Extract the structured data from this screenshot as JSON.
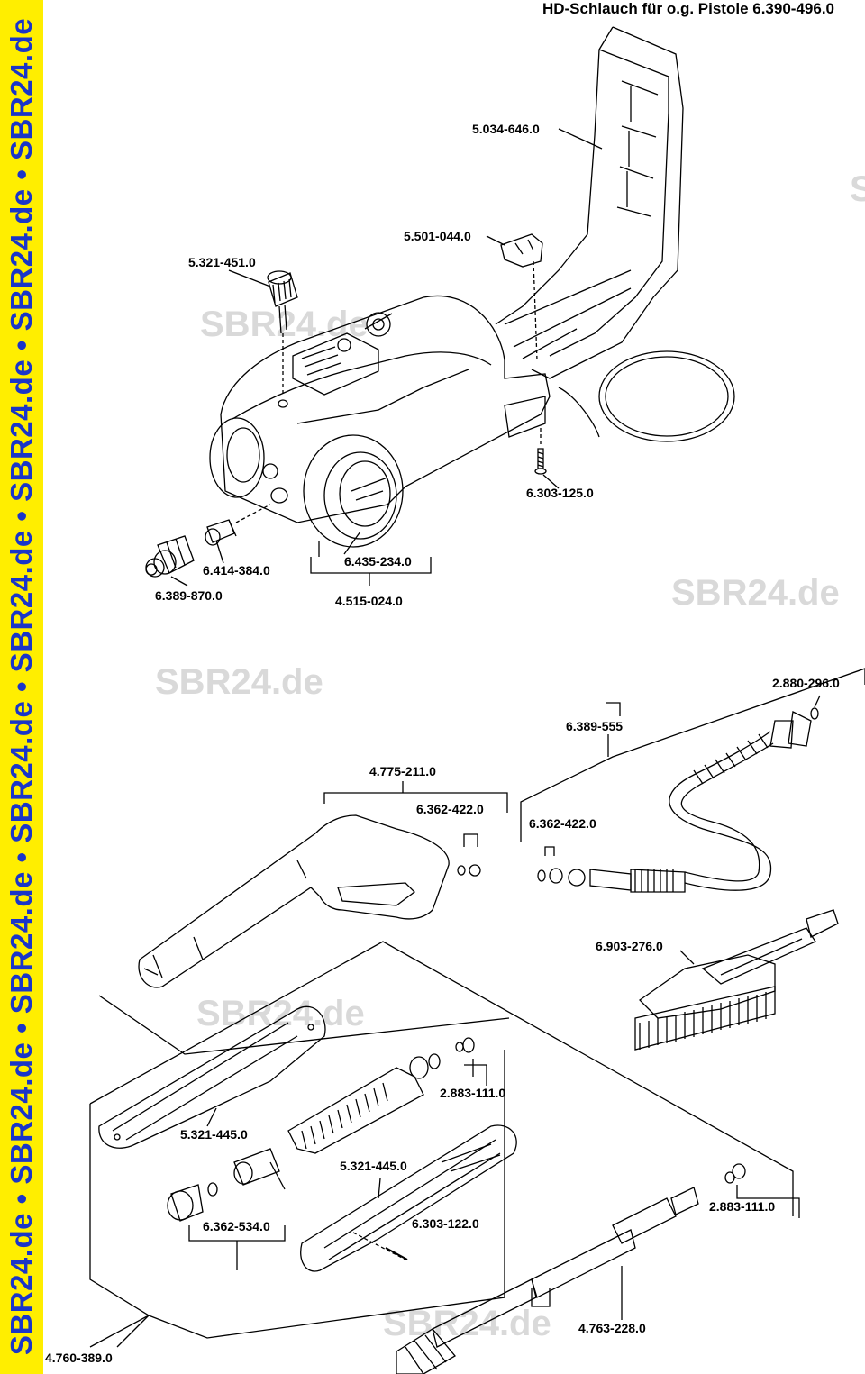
{
  "title": "HD-Schlauch für o.g. Pistole 6.390-496.0",
  "sidebar_text": "SBR24.de • SBR24.de • SBR24.de • SBR24.de • SBR24.de • SBR24.de • SBR24.de • SBR24.de",
  "watermark": "SBR24.de",
  "parts": {
    "p1": "5.034-646.0",
    "p2": "5.501-044.0",
    "p3": "5.321-451.0",
    "p4": "6.303-125.0",
    "p5": "6.414-384.0",
    "p6": "6.435-234.0",
    "p7": "6.389-870.0",
    "p8": "4.515-024.0",
    "p9": "2.880-296.0",
    "p10": "6.389-555",
    "p11": "4.775-211.0",
    "p12": "6.362-422.0",
    "p13": "6.362-422.0",
    "p14": "6.903-276.0",
    "p15": "2.883-111.0",
    "p16": "5.321-445.0",
    "p17": "5.321-445.0",
    "p18": "6.303-122.0",
    "p19": "2.883-111.0",
    "p20": "6.362-534.0",
    "p21": "4.763-228.0",
    "p22": "4.760-389.0"
  }
}
